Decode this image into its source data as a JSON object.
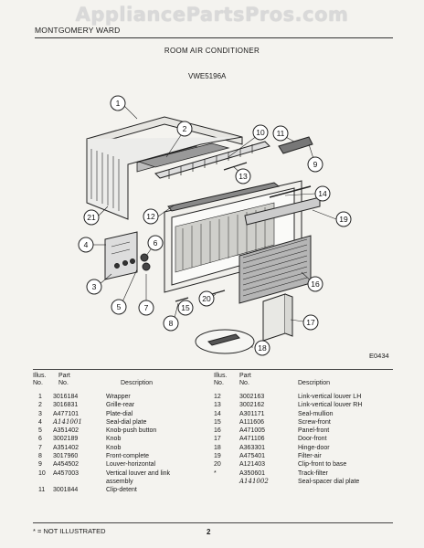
{
  "watermark": "AppliancePartsPros.com",
  "header": {
    "brand": "MONTGOMERY WARD",
    "subtitle": "ROOM AIR CONDITIONER",
    "model": "VWE5196A"
  },
  "diagram": {
    "callouts": [
      "1",
      "2",
      "3",
      "4",
      "5",
      "6",
      "7",
      "8",
      "9",
      "10",
      "11",
      "12",
      "13",
      "14",
      "15",
      "16",
      "17",
      "18",
      "19",
      "20",
      "21"
    ],
    "code": "E0434"
  },
  "table": {
    "headers": {
      "no": "Illus. No.",
      "part": "Part No.",
      "desc": "Description"
    },
    "left": [
      {
        "no": "1",
        "part": "3016184",
        "desc": "Wrapper"
      },
      {
        "no": "2",
        "part": "3016831",
        "desc": "Grille-rear"
      },
      {
        "no": "3",
        "part": "A477101",
        "desc": "Plate-dial"
      },
      {
        "no": "4",
        "part": "A141001",
        "desc": "Seal-dial plate"
      },
      {
        "no": "5",
        "part": "A351402",
        "desc": "Knob-push button"
      },
      {
        "no": "6",
        "part": "3002189",
        "desc": "Knob"
      },
      {
        "no": "7",
        "part": "A351402",
        "desc": "Knob"
      },
      {
        "no": "8",
        "part": "3017960",
        "desc": "Front-complete"
      },
      {
        "no": "9",
        "part": "A454502",
        "desc": "Louver-horizontal"
      },
      {
        "no": "10",
        "part": "A457003",
        "desc": "Vertical louver and link"
      },
      {
        "no": "",
        "part": "",
        "desc": "assembly"
      },
      {
        "no": "11",
        "part": "3001844",
        "desc": "Clip-detent"
      }
    ],
    "right": [
      {
        "no": "12",
        "part": "3002163",
        "desc": "Link-vertical louver LH"
      },
      {
        "no": "13",
        "part": "3002162",
        "desc": "Link-vertical louver RH"
      },
      {
        "no": "14",
        "part": "A301171",
        "desc": "Seal-mullion"
      },
      {
        "no": "15",
        "part": "A111606",
        "desc": "Screw-front"
      },
      {
        "no": "16",
        "part": "A471005",
        "desc": "Panel-front"
      },
      {
        "no": "17",
        "part": "A471106",
        "desc": "Door-front"
      },
      {
        "no": "18",
        "part": "A363301",
        "desc": "Hinge-door"
      },
      {
        "no": "19",
        "part": "A475401",
        "desc": "Filter-air"
      },
      {
        "no": "20",
        "part": "A121403",
        "desc": "Clip-front to base"
      },
      {
        "no": "*",
        "part": "A350601",
        "desc": "Track-filter"
      },
      {
        "no": "",
        "part": "A141002",
        "desc": "Seal-spacer dial plate"
      }
    ],
    "footnote": "* = NOT ILLUSTRATED",
    "page": "2"
  }
}
